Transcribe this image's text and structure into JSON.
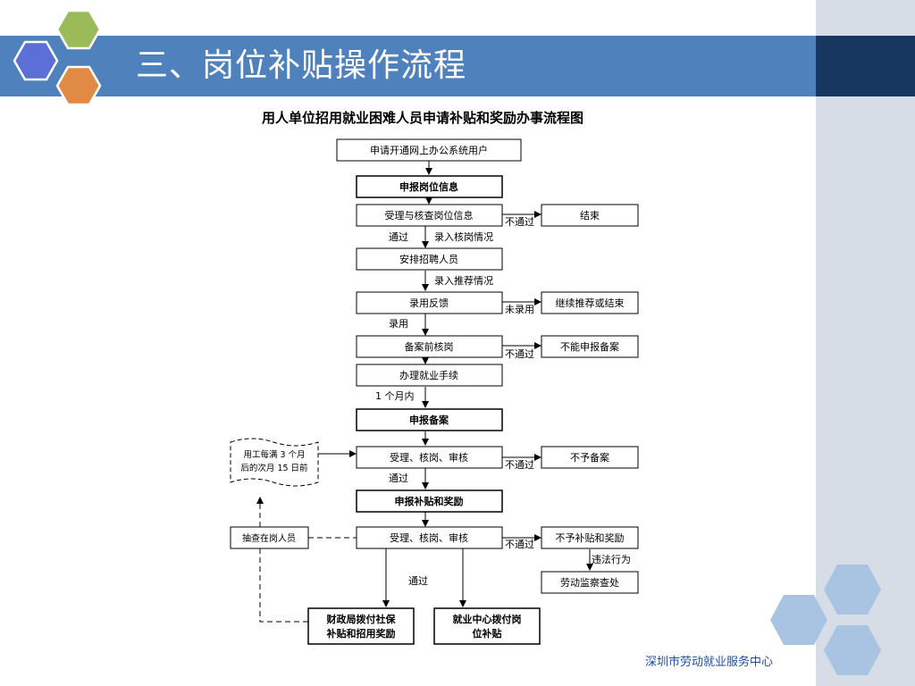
{
  "slide": {
    "title": "三、岗位补贴操作流程",
    "footer": "深圳市劳动就业服务中心"
  },
  "flowchart": {
    "title": "用人单位招用就业困难人员申请补贴和奖励办事流程图",
    "nodes": {
      "open_account": "申请开通网上办公系统用户",
      "declare_post": "申报岗位信息",
      "review_post": "受理与核查岗位信息",
      "end": "结束",
      "arrange": "安排招聘人员",
      "feedback": "录用反馈",
      "continue_or_end": "继续推荐或结束",
      "pre_filing_check": "备案前核岗",
      "cannot_file": "不能申报备案",
      "employment_procedures": "办理就业手续",
      "declare_filing": "申报备案",
      "review_1": "受理、核岗、审核",
      "no_filing": "不予备案",
      "declare_subsidy": "申报补贴和奖励",
      "review_2": "受理、核岗、审核",
      "no_subsidy": "不予补贴和奖励",
      "labor_inspection": "劳动监察查处",
      "spot_check": "抽查在岗人员",
      "finance_pay_1": "财政局拨付社保",
      "finance_pay_2": "补贴和招用奖励",
      "center_pay_1": "就业中心拨付岗",
      "center_pay_2": "位补贴",
      "note_1": "用工每满 3 个月",
      "note_2": "后的次月 15 日前"
    },
    "labels": {
      "fail_1": "不通过",
      "pass_1": "通过",
      "record_post": "录入核岗情况",
      "record_recommend": "录入推荐情况",
      "not_hired": "未录用",
      "hired": "录用",
      "fail_2": "不通过",
      "within_month": "1 个月内",
      "fail_3": "不通过",
      "pass_2": "通过",
      "fail_4": "不通过",
      "violation": "违法行为",
      "pass_3": "通过"
    }
  }
}
